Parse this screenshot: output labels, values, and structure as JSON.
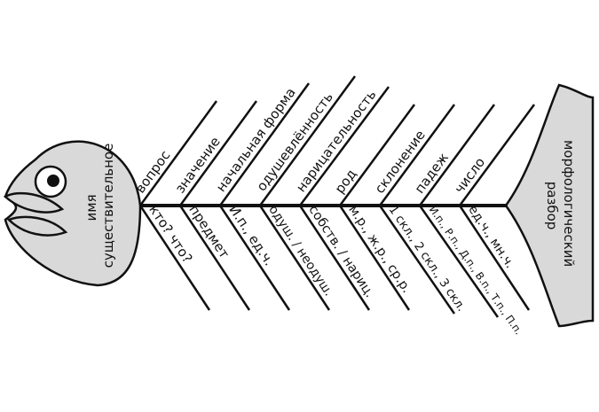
{
  "head": {
    "lines": [
      "имя",
      "существительное"
    ]
  },
  "tail": {
    "lines": [
      "морфологический",
      "разбор"
    ]
  },
  "bones_top": [
    {
      "label": "вопрос"
    },
    {
      "label": "значение"
    },
    {
      "label": "начальная форма"
    },
    {
      "label": "одушевлённость"
    },
    {
      "label": "нарицательность"
    },
    {
      "label": "род"
    },
    {
      "label": "склонение"
    },
    {
      "label": "падеж"
    },
    {
      "label": "число"
    }
  ],
  "bones_bottom": [
    {
      "label": "кто? что?"
    },
    {
      "label": "предмет"
    },
    {
      "label": "И.п., ед.ч."
    },
    {
      "label": "одуш. / неодуш."
    },
    {
      "label": "собств. / нариц."
    },
    {
      "label": "м.р., ж.р., ср.р."
    },
    {
      "label": "1 скл., 2 скл., 3 скл."
    },
    {
      "label": "И.п., Р.п., Д.п., В.п., Т.п., П.п."
    },
    {
      "label": "ед.ч., мн.ч."
    }
  ],
  "colors": {
    "fill": "#d9d9d9",
    "stroke": "#111111"
  }
}
